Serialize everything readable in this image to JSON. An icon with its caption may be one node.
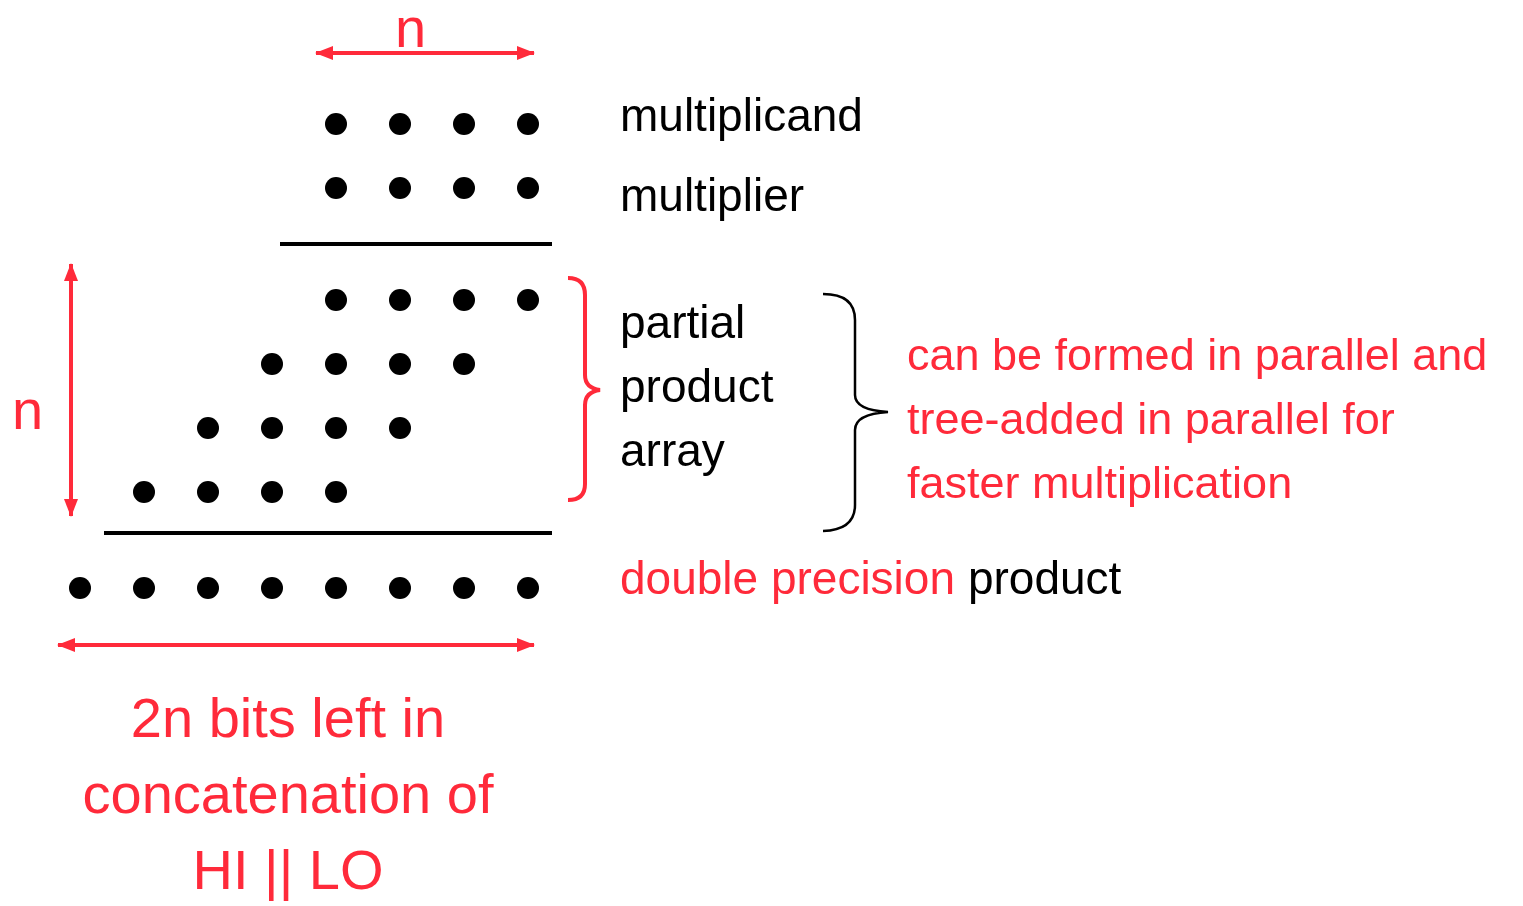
{
  "diagram": {
    "labels": [
      "n",
      "multiplicand",
      "multiplier",
      "partial product array",
      "can be formed in parallel and tree-added in parallel for faster multiplication",
      "n",
      "double precision",
      "product",
      "2n bits left in concatenation of  HI || LO"
    ]
  }
}
